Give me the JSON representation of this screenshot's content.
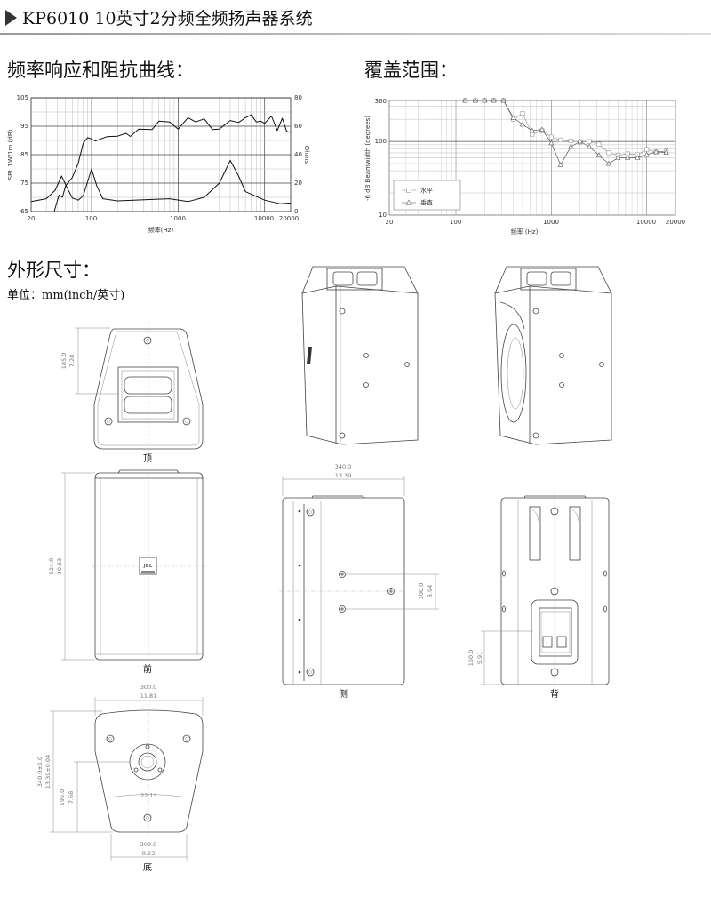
{
  "header": {
    "title": "KP6010 10英寸2分频全频扬声器系统"
  },
  "sections": {
    "response": "频率响应和阻抗曲线：",
    "coverage": "覆盖范围：",
    "dimensions": "外形尺寸：",
    "unit": "单位：mm(inch/英寸)"
  },
  "chart_data": [
    {
      "type": "line",
      "title": "频率响应和阻抗曲线",
      "xlabel": "频率(Hz)",
      "ylabel": "SPL 1W/1m (dB)",
      "y2label": "Ohms",
      "xscale": "log",
      "xlim": [
        20,
        20000
      ],
      "ylim": [
        65,
        105
      ],
      "y2lim": [
        0,
        80
      ],
      "xticks": [
        "20",
        "100",
        "1000",
        "10000",
        "20000"
      ],
      "yticks": [
        "65",
        "75",
        "85",
        "95",
        "105"
      ],
      "y2ticks": [
        "0",
        "20",
        "40",
        "60",
        "80"
      ],
      "grid": true,
      "series": [
        {
          "name": "SPL",
          "axis": "left",
          "points": [
            [
              37,
              65
            ],
            [
              42,
              70.8
            ],
            [
              46,
              70
            ],
            [
              50,
              74
            ],
            [
              60,
              77
            ],
            [
              70,
              82
            ],
            [
              80,
              89
            ],
            [
              90,
              91
            ],
            [
              100,
              90.5
            ],
            [
              110,
              89.8
            ],
            [
              150,
              91.3
            ],
            [
              200,
              91.5
            ],
            [
              250,
              92.5
            ],
            [
              280,
              91.4
            ],
            [
              350,
              94
            ],
            [
              500,
              93.8
            ],
            [
              600,
              96.8
            ],
            [
              800,
              96.5
            ],
            [
              1000,
              94
            ],
            [
              1300,
              98
            ],
            [
              1600,
              96.5
            ],
            [
              2000,
              97.6
            ],
            [
              2500,
              93.8
            ],
            [
              3000,
              94
            ],
            [
              4000,
              97
            ],
            [
              5000,
              96.3
            ],
            [
              6000,
              98
            ],
            [
              7000,
              99
            ],
            [
              8000,
              96.5
            ],
            [
              9000,
              96.8
            ],
            [
              10000,
              96
            ],
            [
              12000,
              98.6
            ],
            [
              14000,
              93.5
            ],
            [
              16000,
              97.8
            ],
            [
              18000,
              93.2
            ],
            [
              20000,
              92.8
            ]
          ]
        },
        {
          "name": "Impedance",
          "axis": "right",
          "points": [
            [
              20,
              7
            ],
            [
              30,
              9
            ],
            [
              38,
              15
            ],
            [
              45,
              25
            ],
            [
              50,
              19
            ],
            [
              60,
              9.5
            ],
            [
              70,
              8
            ],
            [
              80,
              11
            ],
            [
              90,
              21
            ],
            [
              100,
              30
            ],
            [
              115,
              18
            ],
            [
              135,
              9
            ],
            [
              200,
              7.5
            ],
            [
              500,
              8.5
            ],
            [
              800,
              9
            ],
            [
              1300,
              7
            ],
            [
              2000,
              10
            ],
            [
              3000,
              20
            ],
            [
              4000,
              36
            ],
            [
              5000,
              25
            ],
            [
              6000,
              14
            ],
            [
              10000,
              8
            ],
            [
              15000,
              5.5
            ],
            [
              20000,
              6
            ]
          ]
        }
      ]
    },
    {
      "type": "line",
      "title": "覆盖范围",
      "xlabel": "频率 (Hz)",
      "ylabel": "-6 dB Beamwidth (degrees)",
      "xscale": "log",
      "yscale": "log",
      "xlim": [
        20,
        20000
      ],
      "ylim": [
        10,
        360
      ],
      "xticks": [
        "20",
        "100",
        "1000",
        "10000",
        "20000"
      ],
      "yticks": [
        "10",
        "100",
        "360"
      ],
      "grid": true,
      "legend": "bottom-left",
      "series": [
        {
          "name": "水平",
          "marker": "square",
          "points": [
            [
              125,
              360
            ],
            [
              160,
              360
            ],
            [
              200,
              360
            ],
            [
              250,
              360
            ],
            [
              315,
              360
            ],
            [
              400,
              200
            ],
            [
              500,
              240
            ],
            [
              630,
              125
            ],
            [
              800,
              140
            ],
            [
              1000,
              115
            ],
            [
              1250,
              105
            ],
            [
              1600,
              102
            ],
            [
              2000,
              98
            ],
            [
              2500,
              100
            ],
            [
              3150,
              92
            ],
            [
              4000,
              70
            ],
            [
              5000,
              65
            ],
            [
              6300,
              68
            ],
            [
              8000,
              66
            ],
            [
              10000,
              78
            ],
            [
              12500,
              72
            ],
            [
              16000,
              74
            ]
          ]
        },
        {
          "name": "垂直",
          "marker": "triangle",
          "points": [
            [
              125,
              360
            ],
            [
              160,
              360
            ],
            [
              200,
              360
            ],
            [
              250,
              360
            ],
            [
              315,
              360
            ],
            [
              400,
              210
            ],
            [
              500,
              170
            ],
            [
              630,
              140
            ],
            [
              800,
              145
            ],
            [
              1000,
              95
            ],
            [
              1250,
              48
            ],
            [
              1600,
              85
            ],
            [
              2000,
              100
            ],
            [
              2500,
              85
            ],
            [
              3150,
              65
            ],
            [
              4000,
              50
            ],
            [
              5000,
              60
            ],
            [
              6300,
              60
            ],
            [
              8000,
              60
            ],
            [
              10000,
              66
            ],
            [
              12500,
              72
            ],
            [
              16000,
              71
            ]
          ]
        }
      ]
    }
  ],
  "views": {
    "top": {
      "label": "顶",
      "dim_mm": "185.0",
      "dim_in": "7.28"
    },
    "front": {
      "label": "前",
      "dim_mm": "524.0",
      "dim_in": "20.63",
      "logo": "JBL"
    },
    "side": {
      "label": "侧",
      "width_mm": "340.0",
      "width_in": "13.39",
      "spacing_mm": "100.0",
      "spacing_in": "3.94"
    },
    "back": {
      "label": "背",
      "dim_mm": "150.0",
      "dim_in": "5.91"
    },
    "bottom": {
      "label": "底",
      "width_mm": "300.0",
      "width_in": "11.81",
      "depth_mm": "340.0±1.0",
      "depth_in": "13.39±0.04",
      "offset_mm": "195.0",
      "offset_in": "7.68",
      "base_mm": "209.0",
      "base_in": "8.23",
      "angle": "22.1°"
    }
  }
}
